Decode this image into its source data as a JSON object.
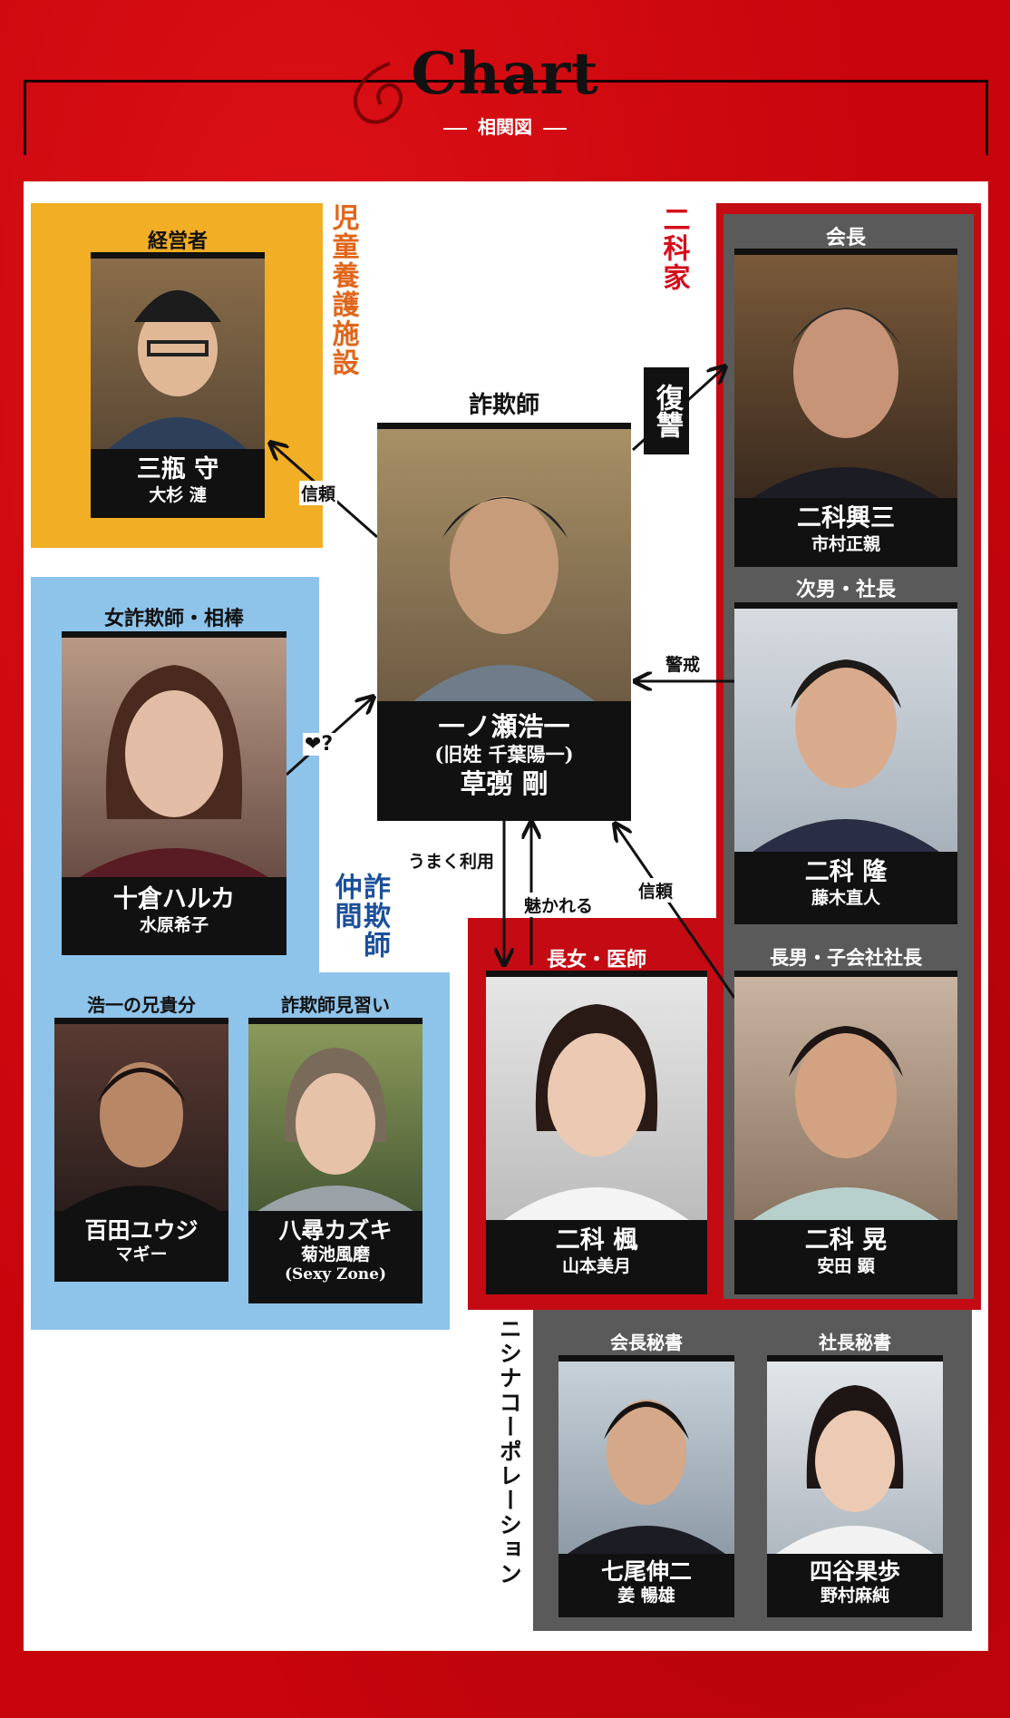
{
  "header": {
    "title": "Chart",
    "subtitle": "相関図"
  },
  "groups": {
    "jido": "児童養護施設",
    "nishina_family": "二科家",
    "sagishi_nakama": "詐欺師仲間",
    "corporation": "ニシナコーポレーション"
  },
  "characters": {
    "mikame": {
      "role": "経営者",
      "name": "三瓶 守",
      "actor": "大杉 漣"
    },
    "ichinose": {
      "role": "詐欺師",
      "name": "一ノ瀬浩一",
      "alias": "(旧姓 千葉陽一)",
      "actor": "草彅 剛"
    },
    "kozo": {
      "role": "会長",
      "name": "二科興三",
      "actor": "市村正親"
    },
    "takashi": {
      "role": "次男・社長",
      "name": "二科 隆",
      "actor": "藤木直人"
    },
    "haruka": {
      "role": "女詐欺師・相棒",
      "name": "十倉ハルカ",
      "actor": "水原希子"
    },
    "momota": {
      "role": "浩一の兄貴分",
      "name": "百田ユウジ",
      "actor": "マギー"
    },
    "yahiro": {
      "role": "詐欺師見習い",
      "name": "八尋カズキ",
      "actor": "菊池風磨",
      "note": "(Sexy Zone)"
    },
    "kaede": {
      "role": "長女・医師",
      "name": "二科 楓",
      "actor": "山本美月"
    },
    "akira": {
      "role": "長男・子会社社長",
      "name": "二科 晃",
      "actor": "安田 顕"
    },
    "nanao": {
      "role": "会長秘書",
      "name": "七尾伸二",
      "actor": "姜 暢雄"
    },
    "yotsuya": {
      "role": "社長秘書",
      "name": "四谷果歩",
      "actor": "野村麻純"
    }
  },
  "relations": {
    "shinrai_1": "信頼",
    "fukushu": "復讐",
    "keikai": "警戒",
    "love": "❤?",
    "umaku": "うまく利用",
    "hikareru": "魅かれる",
    "shinrai_2": "信頼"
  },
  "colors": {
    "background": "#c8040c",
    "jido": "#f2ae25",
    "sagishi": "#8ec3ea",
    "nishina_red": "#c40a12",
    "nishina_gray": "#5a5a5a",
    "jido_label": "#e0661b",
    "sagishi_label": "#1b4f9a",
    "nishina_label": "#d50e1a"
  }
}
